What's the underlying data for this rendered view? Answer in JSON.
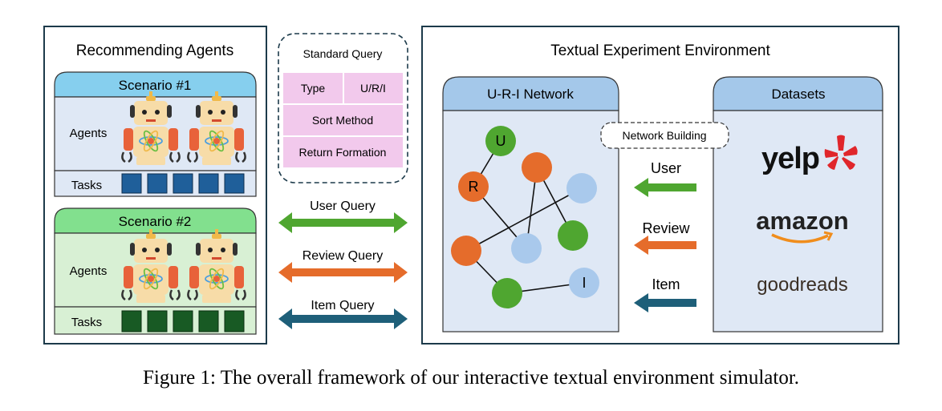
{
  "left_panel": {
    "title": "Recommending Agents",
    "scenarios": [
      {
        "title": "Scenario #1",
        "agents_label": "Agents",
        "tasks_label": "Tasks",
        "task_count": 5,
        "header_color": "#86cfee",
        "body_color": "#dfe8f5",
        "task_color": "#1f5f9a"
      },
      {
        "title": "Scenario #2",
        "agents_label": "Agents",
        "tasks_label": "Tasks",
        "task_count": 5,
        "header_color": "#82e08e",
        "body_color": "#d8f0d4",
        "task_color": "#185a24"
      }
    ]
  },
  "query_box": {
    "title": "Standard Query",
    "cells": [
      "Type",
      "U/R/I",
      "Sort Method",
      "Return Formation"
    ],
    "cell_color": "#f2c9ec"
  },
  "queries": [
    {
      "label": "User Query",
      "color": "#4fa630"
    },
    {
      "label": "Review Query",
      "color": "#e56c2b"
    },
    {
      "label": "Item Query",
      "color": "#1e5f79"
    }
  ],
  "right_panel": {
    "title": "Textual Experiment Environment",
    "network": {
      "title": "U-R-I Network",
      "node_labels": [
        "U",
        "R",
        "I"
      ]
    },
    "network_building_label": "Network Building",
    "arrows": [
      {
        "label": "User",
        "color": "#4fa630"
      },
      {
        "label": "Review",
        "color": "#e56c2b"
      },
      {
        "label": "Item",
        "color": "#1e5f79"
      }
    ],
    "datasets": {
      "title": "Datasets",
      "logos": [
        "yelp",
        "amazon",
        "goodreads"
      ]
    },
    "panel_header_color": "#a4c8ea",
    "panel_body_color": "#dfe8f5"
  },
  "caption": "Figure 1: The overall framework of our interactive textual environment simulator."
}
